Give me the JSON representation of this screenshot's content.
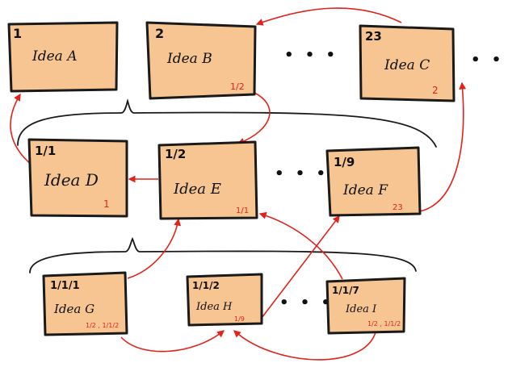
{
  "colors": {
    "card_fill": "#f7c591",
    "card_stroke": "#1a1a1a",
    "link": "#e0231b",
    "ink": "#111111"
  },
  "cards": [
    {
      "key": "A",
      "id": "1",
      "title": "Idea A",
      "ref": ""
    },
    {
      "key": "B",
      "id": "2",
      "title": "Idea B",
      "ref": "1/2"
    },
    {
      "key": "C",
      "id": "23",
      "title": "Idea C",
      "ref": "2"
    },
    {
      "key": "D",
      "id": "1/1",
      "title": "Idea D",
      "ref": "1"
    },
    {
      "key": "E",
      "id": "1/2",
      "title": "Idea E",
      "ref": "1/1"
    },
    {
      "key": "F",
      "id": "1/9",
      "title": "Idea F",
      "ref": "23"
    },
    {
      "key": "G",
      "id": "1/1/1",
      "title": "Idea G",
      "ref": "1/2 , 1/1/2"
    },
    {
      "key": "H",
      "id": "1/1/2",
      "title": "Idea H",
      "ref": "1/9"
    },
    {
      "key": "I",
      "id": "1/1/7",
      "title": "Idea I",
      "ref": "1/2 , 1/1/2"
    }
  ],
  "ellipses": [
    "• • •",
    "• • •",
    "• • •",
    "• • •"
  ]
}
